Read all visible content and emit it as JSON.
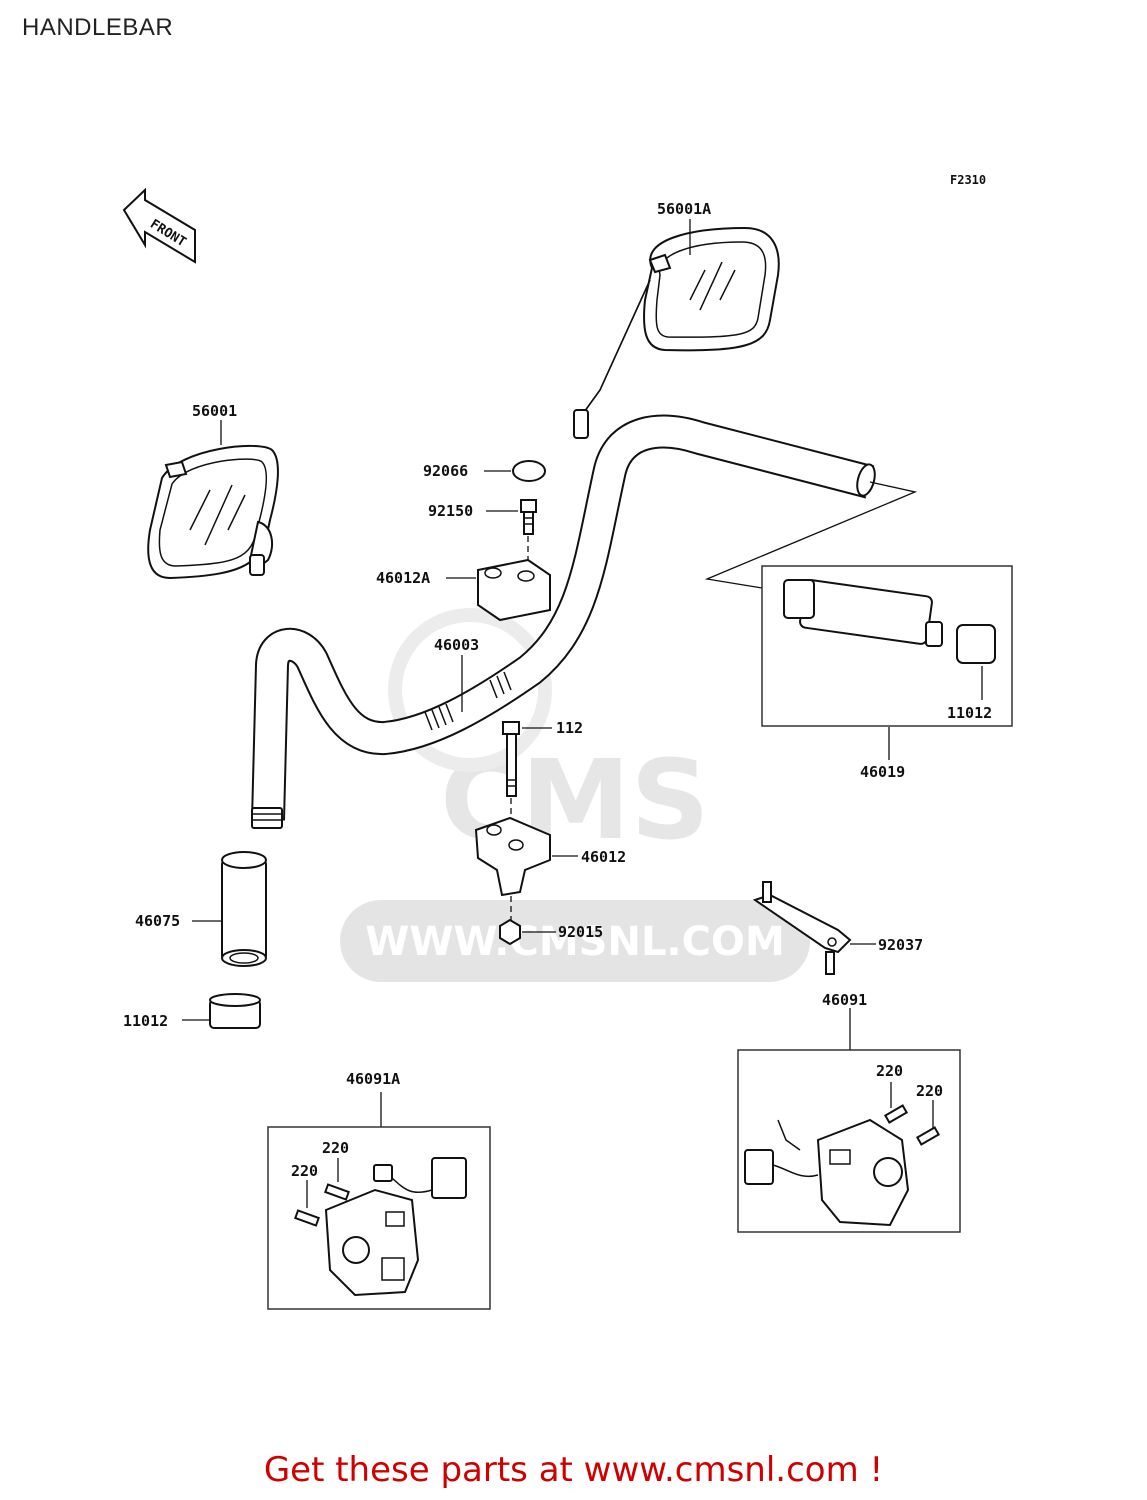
{
  "page": {
    "title": "HANDLEBAR",
    "figure_code": "F2310",
    "footer": "Get these parts at www.cmsnl.com !"
  },
  "watermark": {
    "brand": "CMS",
    "url": "WWW.CMSNL.COM"
  },
  "direction_marker": {
    "label": "FRONT"
  },
  "parts": [
    {
      "id": "56001A",
      "label": "56001A"
    },
    {
      "id": "56001",
      "label": "56001"
    },
    {
      "id": "92066",
      "label": "92066"
    },
    {
      "id": "92150",
      "label": "92150"
    },
    {
      "id": "46012A",
      "label": "46012A"
    },
    {
      "id": "46003",
      "label": "46003"
    },
    {
      "id": "112",
      "label": "112"
    },
    {
      "id": "46012",
      "label": "46012"
    },
    {
      "id": "92015",
      "label": "92015"
    },
    {
      "id": "46075",
      "label": "46075"
    },
    {
      "id": "11012-left",
      "label": "11012"
    },
    {
      "id": "11012-right",
      "label": "11012"
    },
    {
      "id": "46019",
      "label": "46019"
    },
    {
      "id": "92037",
      "label": "92037"
    },
    {
      "id": "46091",
      "label": "46091"
    },
    {
      "id": "46091A",
      "label": "46091A"
    },
    {
      "id": "220-right-a",
      "label": "220"
    },
    {
      "id": "220-right-b",
      "label": "220"
    },
    {
      "id": "220-left-a",
      "label": "220"
    },
    {
      "id": "220-left-b",
      "label": "220"
    }
  ]
}
